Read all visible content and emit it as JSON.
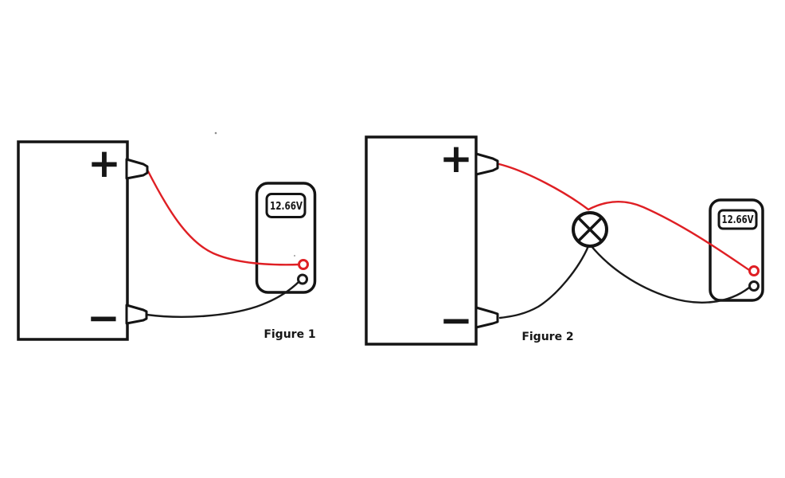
{
  "diagram": {
    "colors": {
      "wire_positive": "#df1f24",
      "wire_negative": "#1a1a1a",
      "outline": "#141414"
    },
    "icons": {
      "lamp": "lamp-circle-cross-icon",
      "red_port": "red-probe-port-icon",
      "black_port": "black-probe-port-icon",
      "battery_terminal": "battery-terminal-lug-icon"
    },
    "figure1": {
      "caption": "Figure 1",
      "battery": {
        "positive": "+",
        "negative": "−"
      },
      "multimeter": {
        "reading": "12.66V"
      }
    },
    "figure2": {
      "caption": "Figure 2",
      "battery": {
        "positive": "+",
        "negative": "−"
      },
      "multimeter": {
        "reading": "12.66V"
      }
    }
  }
}
